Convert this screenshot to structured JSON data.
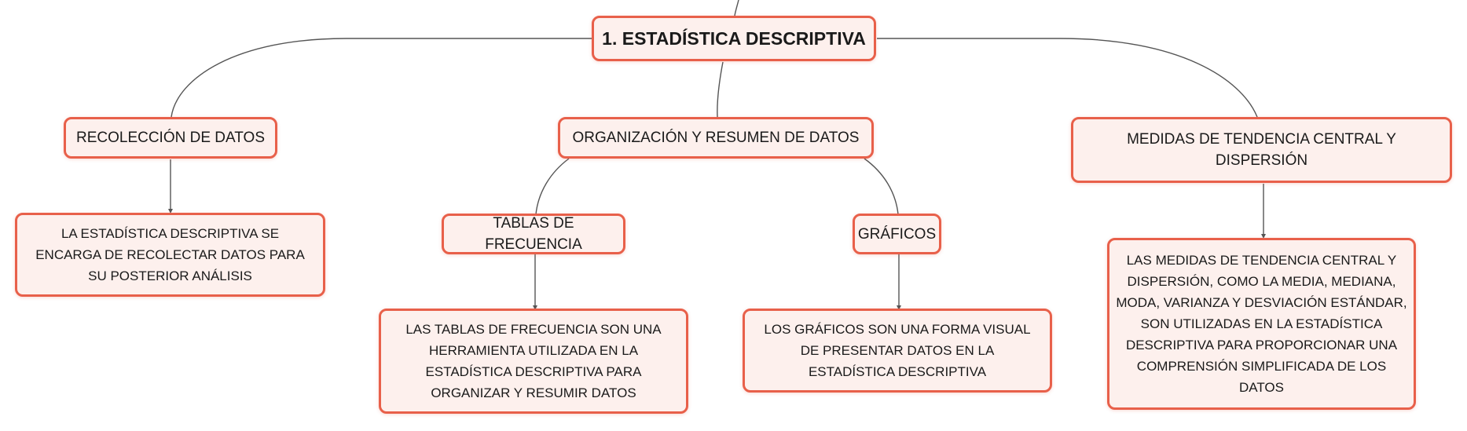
{
  "diagram": {
    "root": {
      "label": "1. ESTADÍSTICA DESCRIPTIVA"
    },
    "branches": [
      {
        "label": "RECOLECCIÓN DE DATOS",
        "detail": "LA ESTADÍSTICA DESCRIPTIVA SE ENCARGA DE RECOLECTAR DATOS PARA SU POSTERIOR ANÁLISIS"
      },
      {
        "label": "ORGANIZACIÓN Y RESUMEN DE DATOS",
        "children": [
          {
            "label": "TABLAS DE FRECUENCIA",
            "detail": "LAS TABLAS DE FRECUENCIA SON UNA HERRAMIENTA UTILIZADA EN LA ESTADÍSTICA DESCRIPTIVA PARA ORGANIZAR Y RESUMIR DATOS"
          },
          {
            "label": "GRÁFICOS",
            "detail": "LOS GRÁFICOS SON UNA FORMA VISUAL DE PRESENTAR DATOS EN LA ESTADÍSTICA DESCRIPTIVA"
          }
        ]
      },
      {
        "label": "MEDIDAS DE TENDENCIA CENTRAL Y DISPERSIÓN",
        "detail": "LAS MEDIDAS DE TENDENCIA CENTRAL Y DISPERSIÓN, COMO LA MEDIA, MEDIANA, MODA, VARIANZA Y DESVIACIÓN ESTÁNDAR, SON UTILIZADAS EN LA ESTADÍSTICA DESCRIPTIVA PARA PROPORCIONAR UNA COMPRENSIÓN SIMPLIFICADA DE LOS DATOS"
      }
    ],
    "colors": {
      "node_border": "#e8604a",
      "node_fill": "#fdf0ed",
      "connector": "#555555"
    }
  }
}
